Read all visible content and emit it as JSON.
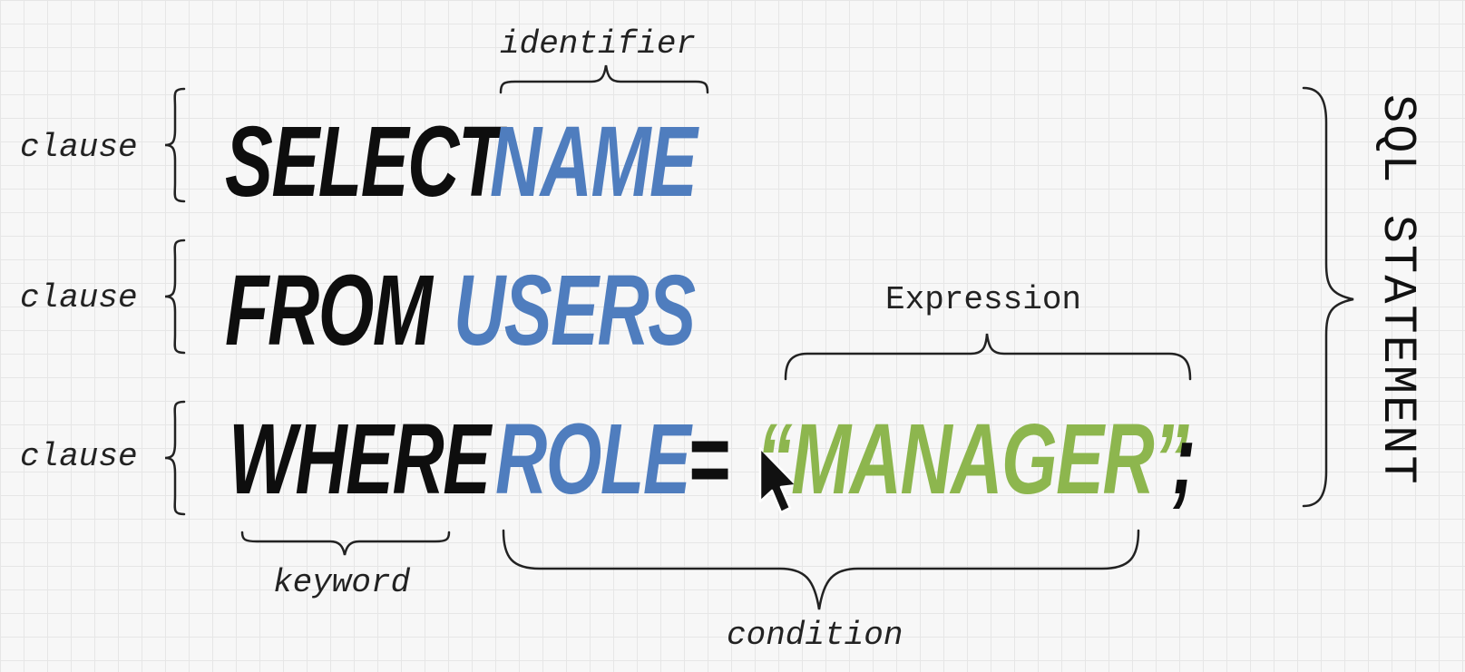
{
  "colors": {
    "keyword": "#0e0e0e",
    "identifier": "#4f7dbe",
    "string": "#8db64e",
    "bracket": "#222222",
    "grid": "#e6e6e6",
    "background": "#f7f7f7"
  },
  "statement": {
    "select_keyword": "SELECT",
    "select_identifier": "NAME",
    "from_keyword": "FROM",
    "from_identifier": "USERS",
    "where_keyword": "WHERE",
    "where_identifier": "ROLE",
    "operator": "=",
    "string_value": "“MANAGER”",
    "terminator": ";"
  },
  "labels": {
    "clause_1": "clause",
    "clause_2": "clause",
    "clause_3": "clause",
    "identifier": "identifier",
    "expression": "Expression",
    "keyword": "keyword",
    "condition": "condition",
    "sql_statement": "SQL STATEMENT"
  },
  "icons": [
    "mouse-cursor-icon"
  ]
}
